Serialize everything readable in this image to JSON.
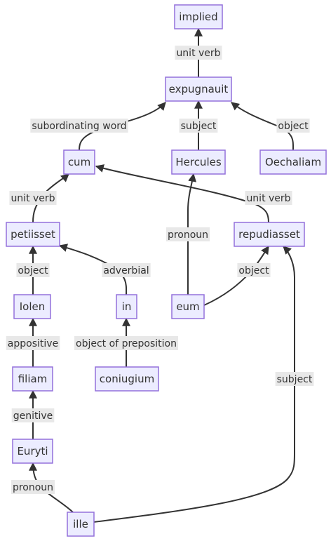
{
  "nodes": {
    "implied": "implied",
    "expugnauit": "expugnauit",
    "cum": "cum",
    "Hercules": "Hercules",
    "Oechaliam": "Oechaliam",
    "petiisset": "petiisset",
    "repudiasset": "repudiasset",
    "Iolen": "Iolen",
    "in": "in",
    "eum": "eum",
    "filiam": "filiam",
    "coniugium": "coniugium",
    "Euryti": "Euryti",
    "ille": "ille"
  },
  "edges": [
    {
      "id": "expugnauit-implied",
      "from": "expugnauit",
      "to": "implied",
      "label": "unit verb"
    },
    {
      "id": "cum-expugnauit",
      "from": "cum",
      "to": "expugnauit",
      "label": "subordinating word"
    },
    {
      "id": "Hercules-expugnauit",
      "from": "Hercules",
      "to": "expugnauit",
      "label": "subject"
    },
    {
      "id": "Oechaliam-expugnauit",
      "from": "Oechaliam",
      "to": "expugnauit",
      "label": "object"
    },
    {
      "id": "petiisset-cum",
      "from": "petiisset",
      "to": "cum",
      "label": "unit verb"
    },
    {
      "id": "repudiasset-cum",
      "from": "repudiasset",
      "to": "cum",
      "label": "unit verb"
    },
    {
      "id": "Iolen-petiisset",
      "from": "Iolen",
      "to": "petiisset",
      "label": "object"
    },
    {
      "id": "in-petiisset",
      "from": "in",
      "to": "petiisset",
      "label": "adverbial"
    },
    {
      "id": "eum-Hercules",
      "from": "eum",
      "to": "Hercules",
      "label": "pronoun"
    },
    {
      "id": "eum-repudiasset",
      "from": "eum",
      "to": "repudiasset",
      "label": "object"
    },
    {
      "id": "filiam-Iolen",
      "from": "filiam",
      "to": "Iolen",
      "label": "appositive"
    },
    {
      "id": "coniugium-in",
      "from": "coniugium",
      "to": "in",
      "label": "object of preposition"
    },
    {
      "id": "Euryti-filiam",
      "from": "Euryti",
      "to": "filiam",
      "label": "genitive"
    },
    {
      "id": "ille-Euryti",
      "from": "ille",
      "to": "Euryti",
      "label": "pronoun"
    },
    {
      "id": "ille-repudiasset",
      "from": "ille",
      "to": "repudiasset",
      "label": "subject"
    }
  ],
  "colors": {
    "node_fill": "#ECECFF",
    "node_stroke": "#9370DB",
    "edge": "#333333",
    "label_bg": "#e8e8e8",
    "text": "#333333"
  }
}
